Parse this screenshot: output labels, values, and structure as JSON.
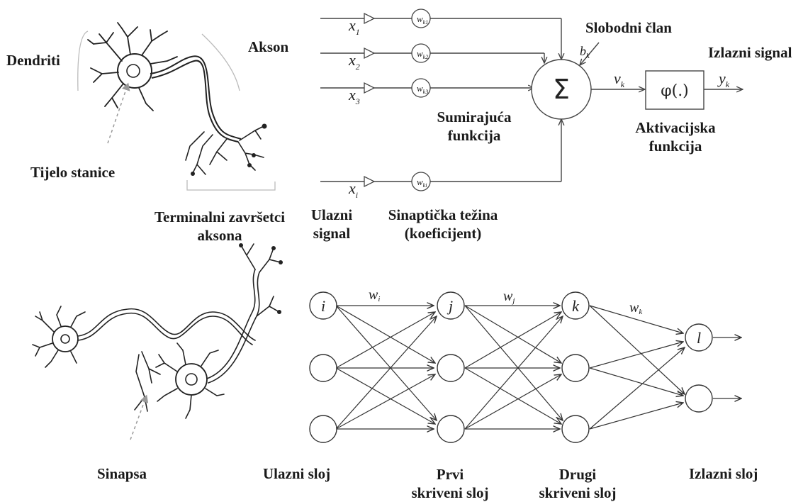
{
  "labels": {
    "dendriti": "Dendriti",
    "akson": "Akson",
    "tijelo_stanice": "Tijelo stanice",
    "terminalni_1": "Terminalni završetci",
    "terminalni_2": "aksona",
    "ulazni_signal_1": "Ulazni",
    "ulazni_signal_2": "signal",
    "sinapticka_1": "Sinaptička težina",
    "sinapticka_2": "(koeficijent)",
    "sumirajuca_1": "Sumirajuća",
    "sumirajuca_2": "funkcija",
    "slobodni_clan": "Slobodni član",
    "izlazni_signal": "Izlazni signal",
    "aktivacijska_1": "Aktivacijska",
    "aktivacijska_2": "funkcija",
    "sinapsa": "Sinapsa",
    "ulazni_sloj": "Ulazni sloj",
    "prvi_1": "Prvi",
    "prvi_2": "skriveni sloj",
    "drugi_1": "Drugi",
    "drugi_2": "skriveni sloj",
    "izlazni_sloj": "Izlazni sloj"
  },
  "perceptron": {
    "inputs": [
      {
        "x": "x",
        "sub": "1",
        "w": "w",
        "wsub": "k1"
      },
      {
        "x": "x",
        "sub": "2",
        "w": "w",
        "wsub": "k2"
      },
      {
        "x": "x",
        "sub": "3",
        "w": "w",
        "wsub": "k3"
      },
      {
        "x": "x",
        "sub": "i",
        "w": "w",
        "wsub": "ki"
      }
    ],
    "sum_symbol": "Σ",
    "bias": "b",
    "bias_sub": "k",
    "v": "v",
    "v_sub": "k",
    "activation": "φ(.)",
    "y": "y",
    "y_sub": "k"
  },
  "network": {
    "node_i": "i",
    "node_j": "j",
    "node_k": "k",
    "node_l": "l",
    "w_i": "w",
    "w_i_sub": "i",
    "w_j": "w",
    "w_j_sub": "j",
    "w_k": "w",
    "w_k_sub": "k"
  }
}
